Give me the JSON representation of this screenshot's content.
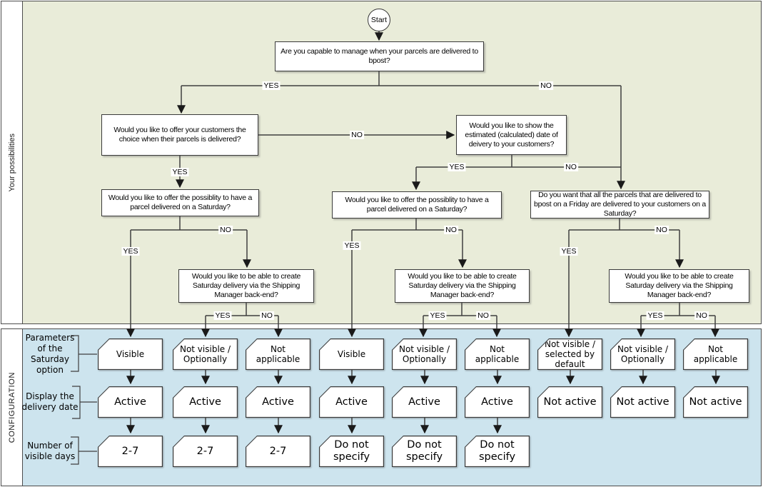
{
  "sections": {
    "possibilities_label": "Your possibilities",
    "configuration_label": "CONFIGURATION"
  },
  "labels": {
    "yes": "YES",
    "no": "NO"
  },
  "flow": {
    "start": "Start",
    "questions": [
      {
        "id": "manage-parcels",
        "text": "Are you capable to manage when your parcels are delivered to bpost?"
      },
      {
        "id": "customer-choice",
        "text": "Would you like to offer your customers the choice when their parcels is delivered?"
      },
      {
        "id": "show-estimated-date",
        "text": "Would you like to show the estimated (calculated) date of deivery to your customers?"
      },
      {
        "id": "saturday-left",
        "text": "Would you like to offer the possiblity to have a parcel delivered on a Saturday?"
      },
      {
        "id": "saturday-middle",
        "text": "Would you like to offer the possiblity to have a parcel delivered on a Saturday?"
      },
      {
        "id": "friday-parcels",
        "text": "Do you want that all the parcels that are delivered to bpost on a Friday are delivered to your customers on a Saturday?"
      },
      {
        "id": "backend-left",
        "text": "Would you like to be able to create Saturday delivery via the Shipping Manager back-end?"
      },
      {
        "id": "backend-middle",
        "text": "Would you like to be able to create Saturday delivery via the Shipping Manager back-end?"
      },
      {
        "id": "backend-right",
        "text": "Would you like to be able to create Saturday delivery via the Shipping Manager back-end?"
      }
    ]
  },
  "config": {
    "row_labels": [
      "Parameters of the Saturday option",
      "Display the delivery date",
      "Number of visible days"
    ],
    "rows": [
      [
        "Visible",
        "Not visible / Optionally",
        "Not applicable",
        "Visible",
        "Not visible / Optionally",
        "Not applicable",
        "Not visible / selected by default",
        "Not visible / Optionally",
        "Not applicable"
      ],
      [
        "Active",
        "Active",
        "Active",
        "Active",
        "Active",
        "Active",
        "Not active",
        "Not active",
        "Not active"
      ],
      [
        "2-7",
        "2-7",
        "2-7",
        "Do not specify",
        "Do not specify",
        "Do not specify",
        "",
        "",
        ""
      ]
    ]
  },
  "colors": {
    "possibilities_bg": "#e9ecd9",
    "configuration_bg": "#cde4ee",
    "box_fill": "#ffffff",
    "line": "#3f3f3f"
  }
}
